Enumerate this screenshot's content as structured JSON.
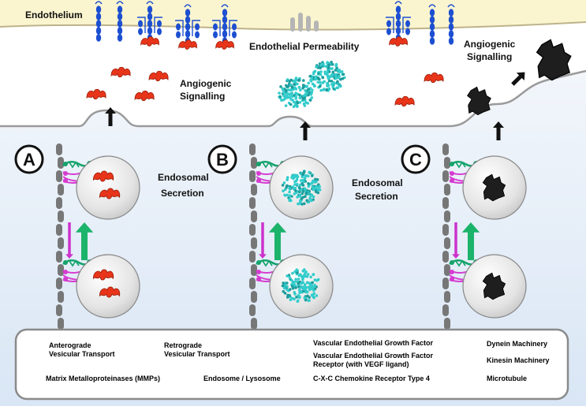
{
  "labels": {
    "endothelium": "Endothelium",
    "permeability": "Endothelial Permeability",
    "angio_a_line1": "Angiogenic",
    "angio_a_line2": "Signalling",
    "angio_c_line1": "Angiogenic",
    "angio_c_line2": "Signalling",
    "secretion_a_line1": "Endosomal",
    "secretion_a_line2": "Secretion",
    "secretion_b_line1": "Endosomal",
    "secretion_b_line2": "Secretion"
  },
  "panels": [
    {
      "letter": "A",
      "cargo": "vegf"
    },
    {
      "letter": "B",
      "cargo": "mmp"
    },
    {
      "letter": "C",
      "cargo": "cxcr4"
    }
  ],
  "legend": {
    "anterograde_line1": "Anterograde",
    "anterograde_line2": "Vesicular Transport",
    "retrograde_line1": "Retrograde",
    "retrograde_line2": "Vesicular Transport",
    "vegf": "Vascular Endothelial Growth Factor",
    "vegfr_line1": "Vascular Endothelial Growth Factor",
    "vegfr_line2": "Receptor (with VEGF ligand)",
    "dynein": "Dynein Machinery",
    "kinesin": "Kinesin Machinery",
    "mmp": "Matrix Metalloproteinases (MMPs)",
    "endosome": "Endosome / Lysosome",
    "cxcr4": "C-X-C Chemokine Receptor Type 4",
    "microtubule": "Microtubule"
  },
  "colors": {
    "endothelium": "#fbf5cf",
    "cell": "#e8f0fa",
    "vegf": "#e8351a",
    "receptor": "#1d4fd1",
    "mmp": "#33cccc",
    "cxcr4": "#1e1e1e",
    "dynein": "#d63bd1",
    "kinesin": "#14a36b",
    "microtubule": "#777777",
    "anterograde": "#1cb36b",
    "retrograde": "#cc33cc"
  }
}
